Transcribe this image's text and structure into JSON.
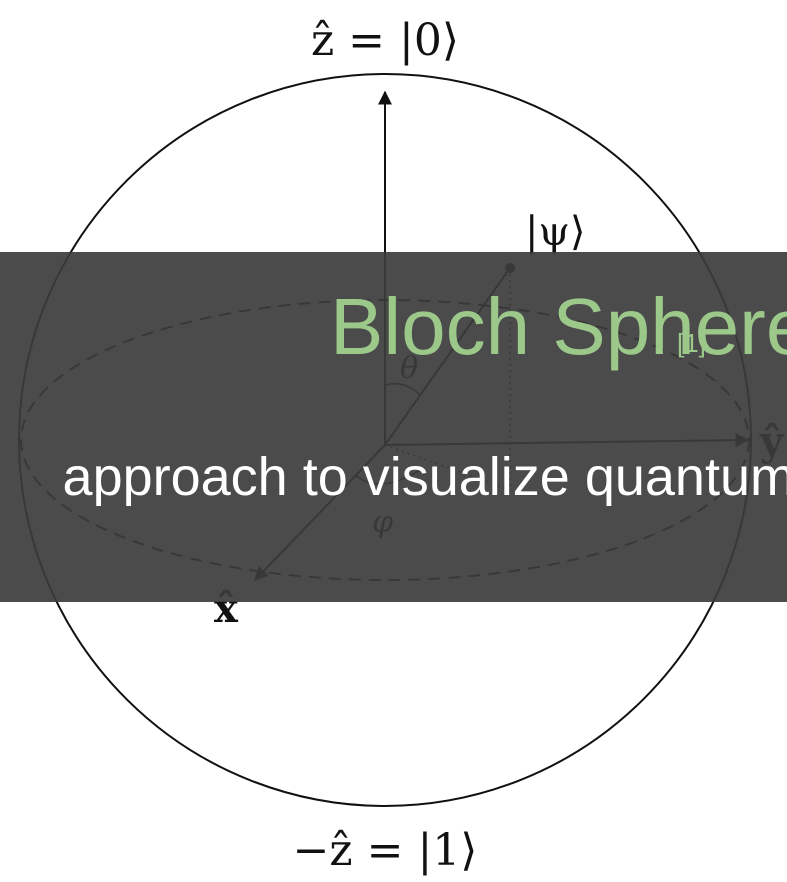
{
  "labels": {
    "z_top": "ẑ = |0⟩",
    "z_bottom": "−ẑ = |1⟩",
    "x_axis": "x̂",
    "y_axis": "ŷ",
    "psi": "|ψ⟩",
    "theta": "θ",
    "phi": "φ"
  },
  "overlay": {
    "title": "Bloch Sphere",
    "ref": "[1]",
    "subtitle": "approach to visualize quantum"
  },
  "colors": {
    "overlay_bg": "#3c3c3c",
    "title_color": "#9cc98a",
    "subtitle_color": "#ffffff"
  }
}
